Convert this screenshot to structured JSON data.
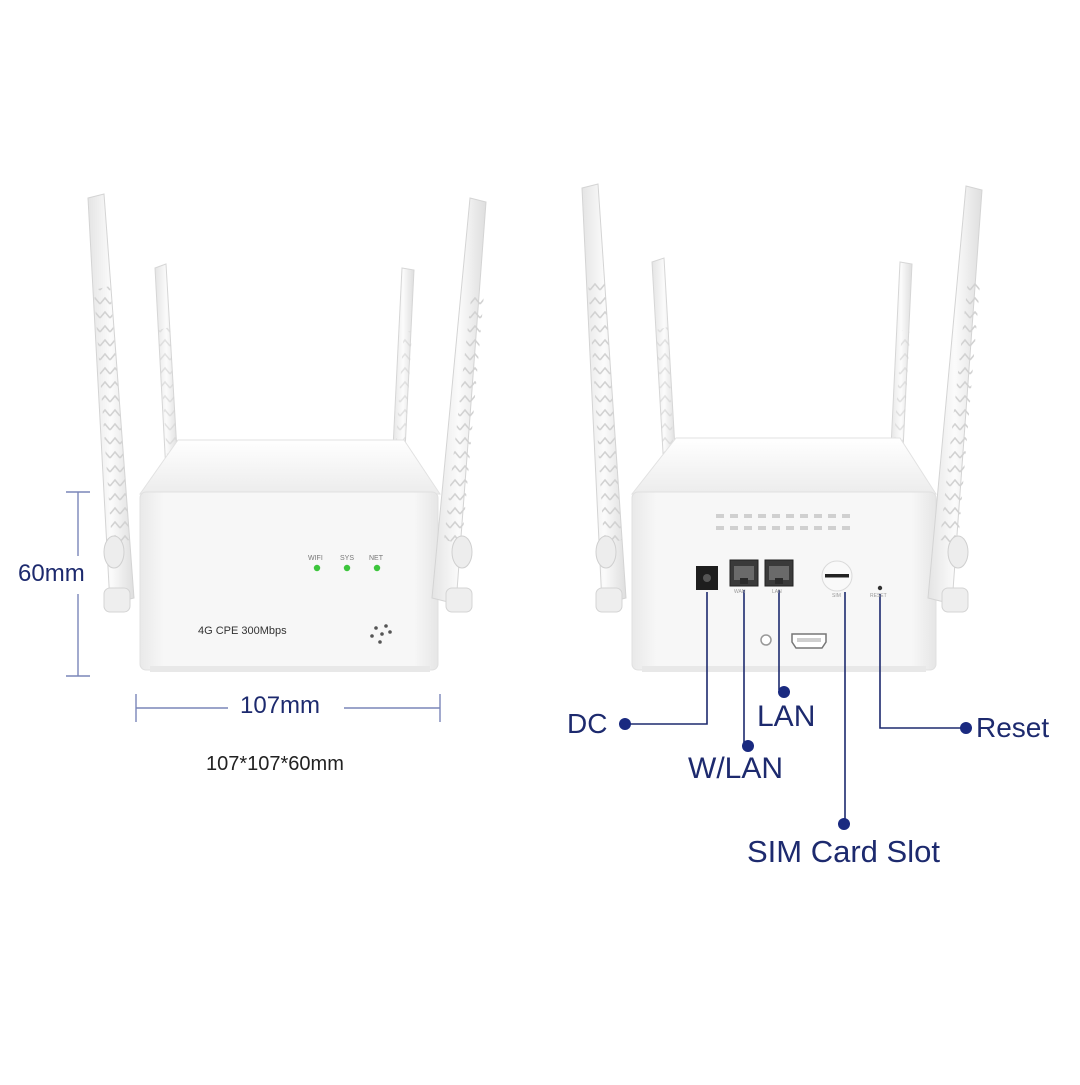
{
  "front_view": {
    "led_labels": [
      "WIFI",
      "SYS",
      "NET"
    ],
    "model_text": "4G CPE 300Mbps",
    "height_dimension": "60mm",
    "width_dimension": "107mm",
    "overall_size": "107*107*60mm"
  },
  "rear_view": {
    "port_captions": [
      "WAN",
      "LAN",
      "SIM",
      "RESET"
    ],
    "callouts": {
      "dc": "DC",
      "wlan": "W/LAN",
      "lan": "LAN",
      "sim": "SIM Card Slot",
      "reset": "Reset"
    }
  },
  "colors": {
    "callout_text": "#1d2a6e",
    "callout_dot": "#1a2a80",
    "dimension_line": "#7a86b8",
    "dimension_text": "#1d2a6e",
    "led": "#3cc53c",
    "device_body": "#f4f4f4"
  }
}
